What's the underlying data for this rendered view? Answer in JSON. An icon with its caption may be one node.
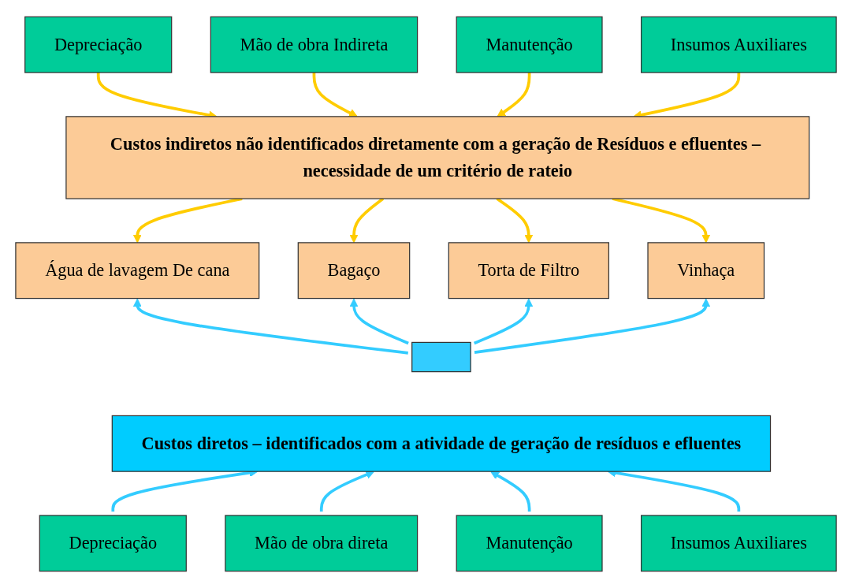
{
  "diagram": {
    "nodes": [
      {
        "text": [
          "Depreciação"
        ]
      },
      {
        "text": [
          "Mão de obra Indireta"
        ]
      },
      {
        "text": [
          "Manutenção"
        ]
      },
      {
        "text": [
          "Insumos Auxiliares"
        ]
      },
      {
        "text": [
          "Custos indiretos não identificados diretamente com a geração de Resíduos e efluentes – necessidade de um critério de rateio"
        ]
      },
      {
        "text": [
          "Água de lavagem De cana"
        ]
      },
      {
        "text": [
          "Bagaço"
        ]
      },
      {
        "text": [
          "Torta de Filtro"
        ]
      },
      {
        "text": [
          "Vinhaça"
        ]
      },
      {
        "text": [],
        "shape": "bar"
      },
      {
        "text": [
          "Custos diretos – identificados com a atividade de geração de resíduos e efluentes"
        ]
      },
      {
        "text": [
          "Depreciação"
        ]
      },
      {
        "text": [
          "Mão de obra direta"
        ]
      },
      {
        "text": [
          "Manutenção"
        ]
      },
      {
        "text": [
          "Insumos Auxiliares"
        ]
      }
    ],
    "edges": [
      {
        "from": 0,
        "to": 4,
        "arrow": "to",
        "color": "#ffcc00"
      },
      {
        "from": 1,
        "to": 4,
        "arrow": "to",
        "color": "#ffcc00"
      },
      {
        "from": 2,
        "to": 4,
        "arrow": "to",
        "color": "#ffcc00"
      },
      {
        "from": 3,
        "to": 4,
        "arrow": "to",
        "color": "#ffcc00"
      },
      {
        "from": 4,
        "to": 5,
        "arrow": "to",
        "color": "#ffcc00"
      },
      {
        "from": 4,
        "to": 6,
        "arrow": "to",
        "color": "#ffcc00"
      },
      {
        "from": 4,
        "to": 7,
        "arrow": "to",
        "color": "#ffcc00"
      },
      {
        "from": 4,
        "to": 8,
        "arrow": "to",
        "color": "#ffcc00"
      },
      {
        "from": 9,
        "to": 5,
        "arrow": "to",
        "color": "#33ccff"
      },
      {
        "from": 9,
        "to": 6,
        "arrow": "to",
        "color": "#33ccff"
      },
      {
        "from": 9,
        "to": 7,
        "arrow": "to",
        "color": "#33ccff"
      },
      {
        "from": 9,
        "to": 8,
        "arrow": "to",
        "color": "#33ccff"
      },
      {
        "from": 11,
        "to": 10,
        "arrow": "to",
        "color": "#33ccff"
      },
      {
        "from": 12,
        "to": 10,
        "arrow": "to",
        "color": "#33ccff"
      },
      {
        "from": 13,
        "to": 10,
        "arrow": "to",
        "color": "#33ccff"
      },
      {
        "from": 14,
        "to": 10,
        "arrow": "to",
        "color": "#33ccff"
      }
    ]
  }
}
